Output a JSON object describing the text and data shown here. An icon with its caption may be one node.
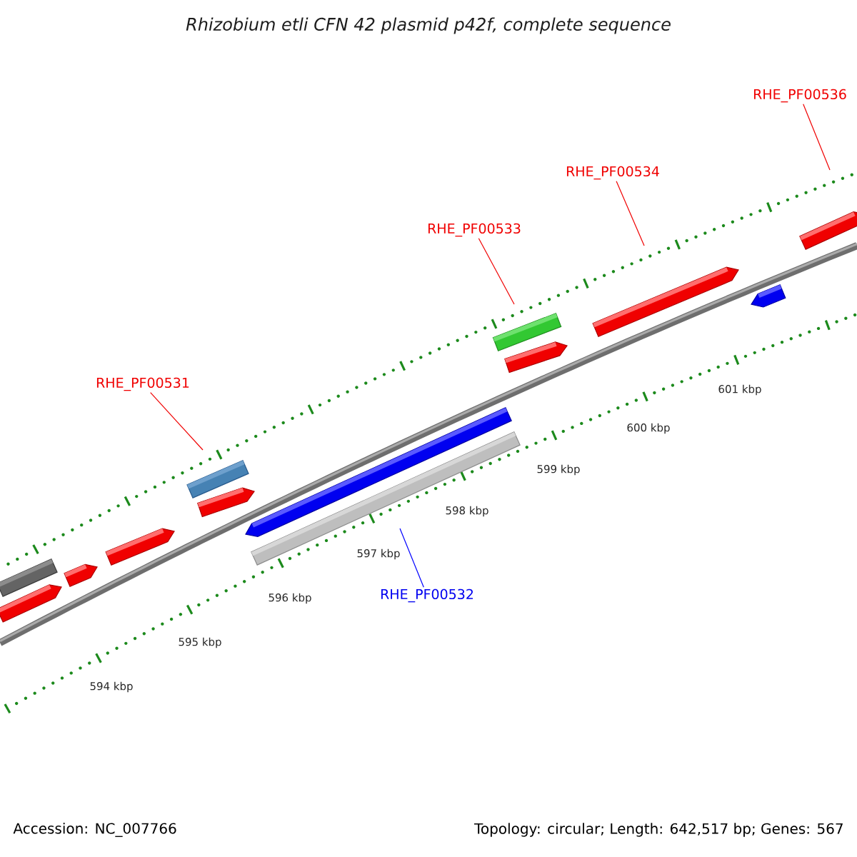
{
  "diagram": {
    "title": "Rhizobium etli CFN 42 plasmid p42f, complete sequence",
    "nodes": [
      {
        "text": [
          "RHE_PF00536"
        ]
      },
      {
        "text": [
          "RHE_PF00534"
        ]
      },
      {
        "text": [
          "RHE_PF00533"
        ]
      },
      {
        "text": [
          "RHE_PF00531"
        ]
      },
      {
        "text": [
          "RHE_PF00532"
        ]
      }
    ],
    "edges": [
      {
        "from": 0,
        "to": null,
        "arrow": "none"
      },
      {
        "from": 1,
        "to": null,
        "arrow": "none"
      },
      {
        "from": 2,
        "to": null,
        "arrow": "none"
      },
      {
        "from": 3,
        "to": null,
        "arrow": "none"
      },
      {
        "from": 4,
        "to": null,
        "arrow": "none",
        "color": "#0000ff"
      }
    ],
    "labels": [
      "601 kbp",
      "600 kbp",
      "599 kbp",
      "598 kbp",
      "597 kbp",
      "596 kbp",
      "595 kbp",
      "594 kbp",
      "Accession: NC_007766",
      "Topology: circular; Length: 642,517 bp; Genes: 567"
    ]
  }
}
